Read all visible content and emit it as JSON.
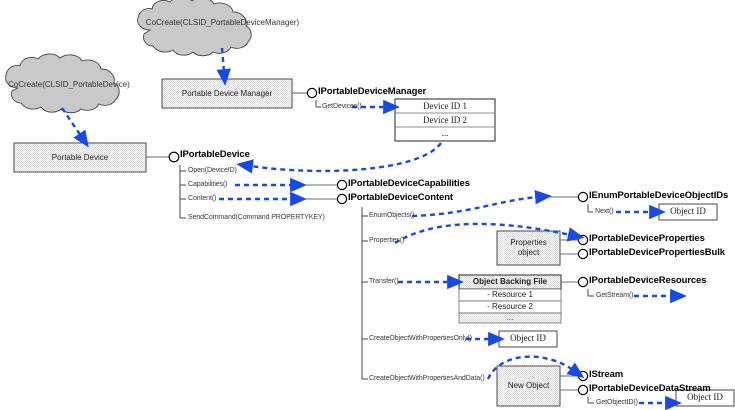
{
  "diagram": {
    "title": "Windows Portable Devices API object / interface diagram",
    "colors": {
      "arrow_blue": "#1449f0",
      "box_fill": "#ececec",
      "cloud_fill": "#c9c9c9",
      "line_gray": "#6b6b6b",
      "border_dark": "#4a4a4a",
      "text_dark": "#222222"
    }
  },
  "clouds": [
    {
      "id": "cloud-cocreate-manager",
      "label": "CoCreate(CLSID_PortableDeviceManager)"
    },
    {
      "id": "cloud-cocreate-device",
      "label": "CoCreate(CLSID_PortableDevice)"
    }
  ],
  "objects": [
    {
      "id": "obj-portable-device-manager",
      "label": "Portable Device Manager"
    },
    {
      "id": "obj-portable-device",
      "label": "Portable Device"
    },
    {
      "id": "obj-properties-object",
      "label_line1": "Properties",
      "label_line2": "object"
    },
    {
      "id": "obj-new-object",
      "label": "New Object"
    }
  ],
  "tables": {
    "device_id_list": {
      "id": "table-device-id-list",
      "rows": [
        "Device ID 1",
        "Device ID 2",
        "..."
      ]
    },
    "object_backing_file": {
      "id": "table-object-backing-file",
      "header": "Object Backing File",
      "rows": [
        "- Resource 1",
        "- Resource 2",
        "..."
      ]
    }
  },
  "object_id_boxes": [
    {
      "id": "object-id-box-enum",
      "label": "Object ID"
    },
    {
      "id": "object-id-box-create-props-only",
      "label": "Object ID"
    },
    {
      "id": "object-id-box-datastream",
      "label": "Object ID"
    }
  ],
  "interfaces": [
    {
      "id": "iface-iportabledevicemanager",
      "name": "IPortableDeviceManager",
      "methods": [
        {
          "name": "GetDevices()"
        }
      ]
    },
    {
      "id": "iface-iportabledevice",
      "name": "IPortableDevice",
      "methods": [
        {
          "name": "Open(DeviceID)"
        },
        {
          "name": "Capabilities()"
        },
        {
          "name": "Content()"
        },
        {
          "name": "SendCommand(Command PROPERTYKEY)"
        }
      ]
    },
    {
      "id": "iface-iportabledevicecapabilities",
      "name": "IPortableDeviceCapabilities",
      "methods": []
    },
    {
      "id": "iface-iportabledevicecontent",
      "name": "IPortableDeviceContent",
      "methods": [
        {
          "name": "EnumObjects()"
        },
        {
          "name": "Properties()"
        },
        {
          "name": "Transfer()"
        },
        {
          "name": "CreateObjectWithPropertiesOnly()"
        },
        {
          "name": "CreateObjectWithPropertiesAndData()"
        }
      ]
    },
    {
      "id": "iface-ienumportabledeviceobjectids",
      "name": "IEnumPortableDeviceObjectIDs",
      "methods": [
        {
          "name": "Next()"
        }
      ]
    },
    {
      "id": "iface-iportabledeviceproperties",
      "name": "IPortableDeviceProperties",
      "methods": []
    },
    {
      "id": "iface-iportabledevicepropertiesbulk",
      "name": "IPortableDevicePropertiesBulk",
      "methods": []
    },
    {
      "id": "iface-iportabledeviceresources",
      "name": "IPortableDeviceResources",
      "methods": [
        {
          "name": "GetStream()"
        }
      ]
    },
    {
      "id": "iface-istream",
      "name": "IStream",
      "methods": []
    },
    {
      "id": "iface-iportabledevicedatastream",
      "name": "IPortableDeviceDataStream",
      "methods": [
        {
          "name": "GetObjectID()"
        }
      ]
    }
  ]
}
